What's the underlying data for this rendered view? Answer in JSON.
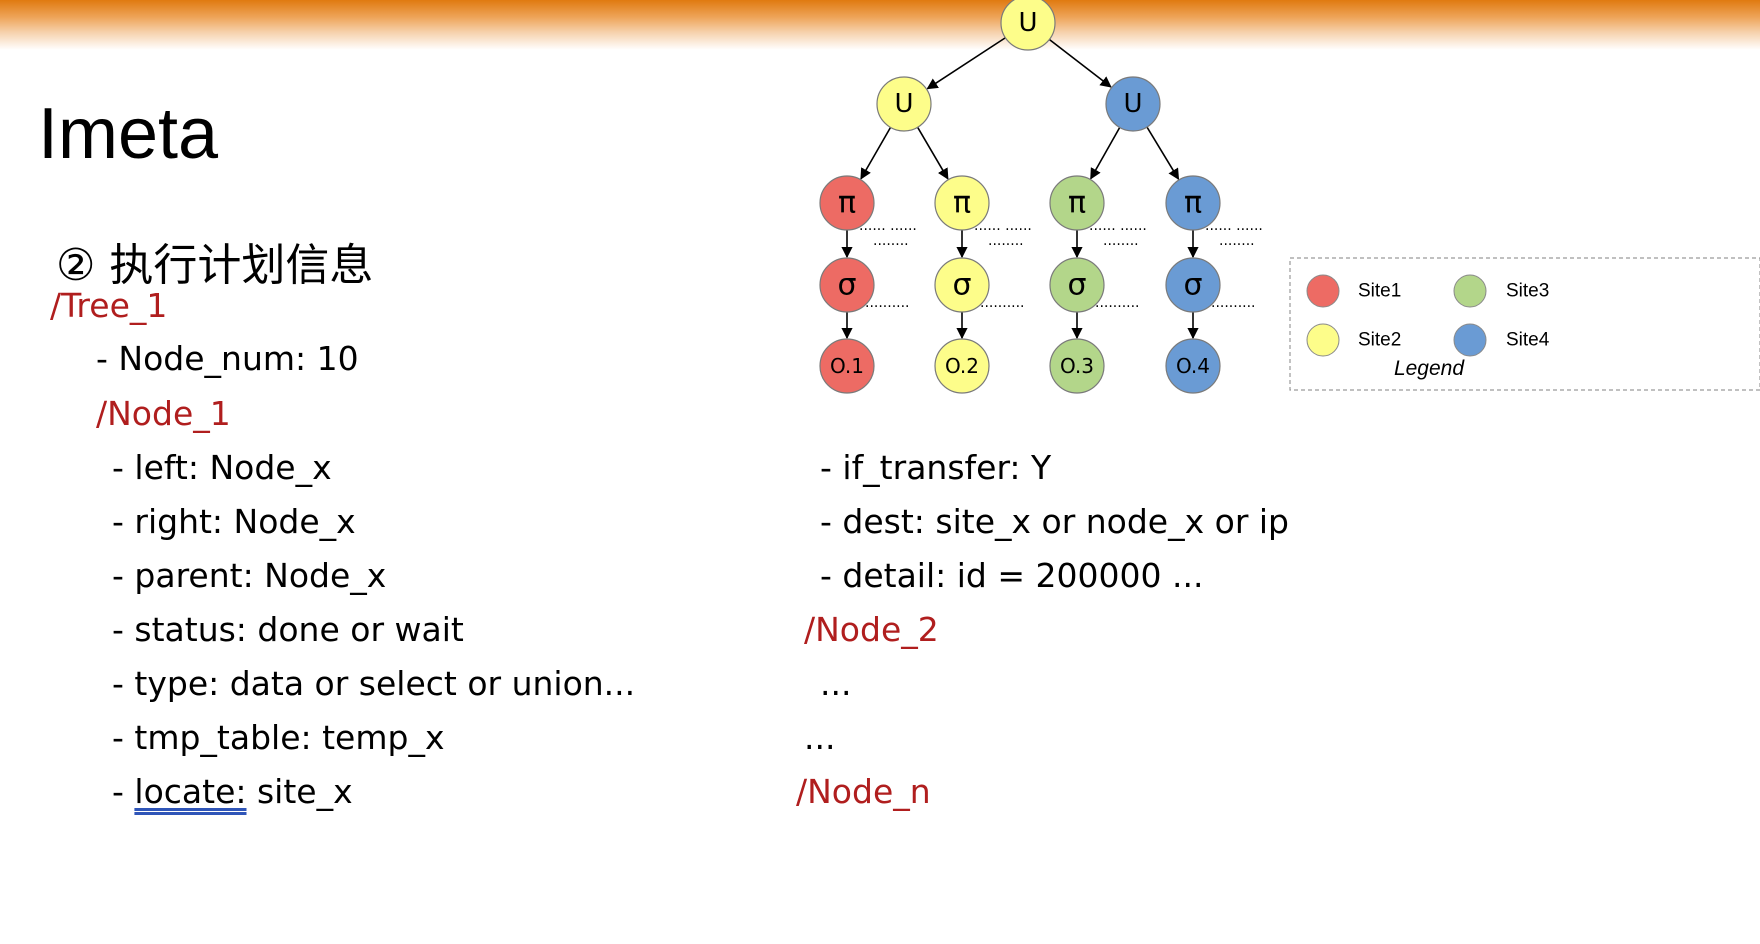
{
  "slide": {
    "title": "Imeta",
    "subtitle": "② 执行计划信息"
  },
  "left_column": {
    "tree_header": "/Tree_1",
    "node_num": "- Node_num: 10",
    "node_header": "/Node_1",
    "fields": {
      "left": "- left: Node_x",
      "right": "- right: Node_x",
      "parent": "- parent: Node_x",
      "status": "- status: done or wait",
      "type": "- type: data or select or union...",
      "tmp_table": "- tmp_table: temp_x",
      "locate_prefix": "- ",
      "locate_key": "locate:",
      "locate_value": " site_x"
    }
  },
  "right_column": {
    "if_transfer": "- if_transfer: Y",
    "dest": "- dest: site_x or node_x or ip",
    "detail": "- detail: id = 200000 ...",
    "node2": "/Node_2",
    "ellipsis_a": "...",
    "ellipsis_b": "...",
    "node_n": "/Node_n"
  },
  "diagram": {
    "colors": {
      "site1": "#ed6b64",
      "site2": "#fdfd8a",
      "site3": "#b3d68a",
      "site4": "#6a9bd4"
    },
    "root": {
      "label": "U",
      "site": "site2"
    },
    "unions": [
      {
        "label": "U",
        "site": "site2"
      },
      {
        "label": "U",
        "site": "site4"
      }
    ],
    "pis": [
      {
        "label": "π",
        "site": "site1"
      },
      {
        "label": "π",
        "site": "site2"
      },
      {
        "label": "π",
        "site": "site3"
      },
      {
        "label": "π",
        "site": "site4"
      }
    ],
    "sigmas": [
      {
        "label": "σ",
        "site": "site1"
      },
      {
        "label": "σ",
        "site": "site2"
      },
      {
        "label": "σ",
        "site": "site3"
      },
      {
        "label": "σ",
        "site": "site4"
      }
    ],
    "leaves": [
      {
        "label": "O.1",
        "site": "site1"
      },
      {
        "label": "O.2",
        "site": "site2"
      },
      {
        "label": "O.3",
        "site": "site3"
      },
      {
        "label": "O.4",
        "site": "site4"
      }
    ],
    "pi_dots_row1": "...... ......",
    "pi_dots_row2": "........",
    "sigma_dots": "..........",
    "legend": {
      "title": "Legend",
      "items": [
        {
          "label": "Site1",
          "site": "site1"
        },
        {
          "label": "Site3",
          "site": "site3"
        },
        {
          "label": "Site2",
          "site": "site2"
        },
        {
          "label": "Site4",
          "site": "site4"
        }
      ]
    }
  }
}
